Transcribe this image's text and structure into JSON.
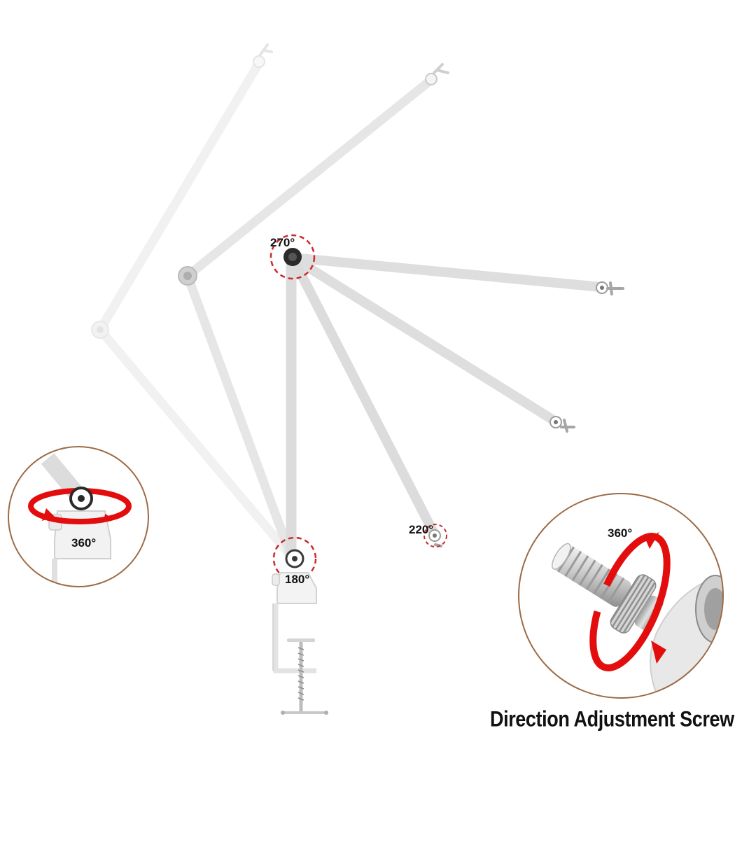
{
  "labels": {
    "elbow_rotation": "270°",
    "base_rotation": "180°",
    "head_rotation": "220°",
    "base_swivel": "360°",
    "screw_rotation": "360°"
  },
  "caption": "Direction Adjustment Screw",
  "colors": {
    "arm": "#dedede",
    "arm_faded": "#efefef",
    "joint": "#a9a9a9",
    "joint_dark": "#2b2b2b",
    "highlight_dash": "#cc2a2a",
    "arrow_red": "#e30d0d",
    "inset_border": "#9c6a45",
    "text": "#111111"
  },
  "icons": {
    "inset_left": "base-swivel-closeup",
    "inset_right": "thread-screw-closeup",
    "clamp": "desk-clamp"
  }
}
